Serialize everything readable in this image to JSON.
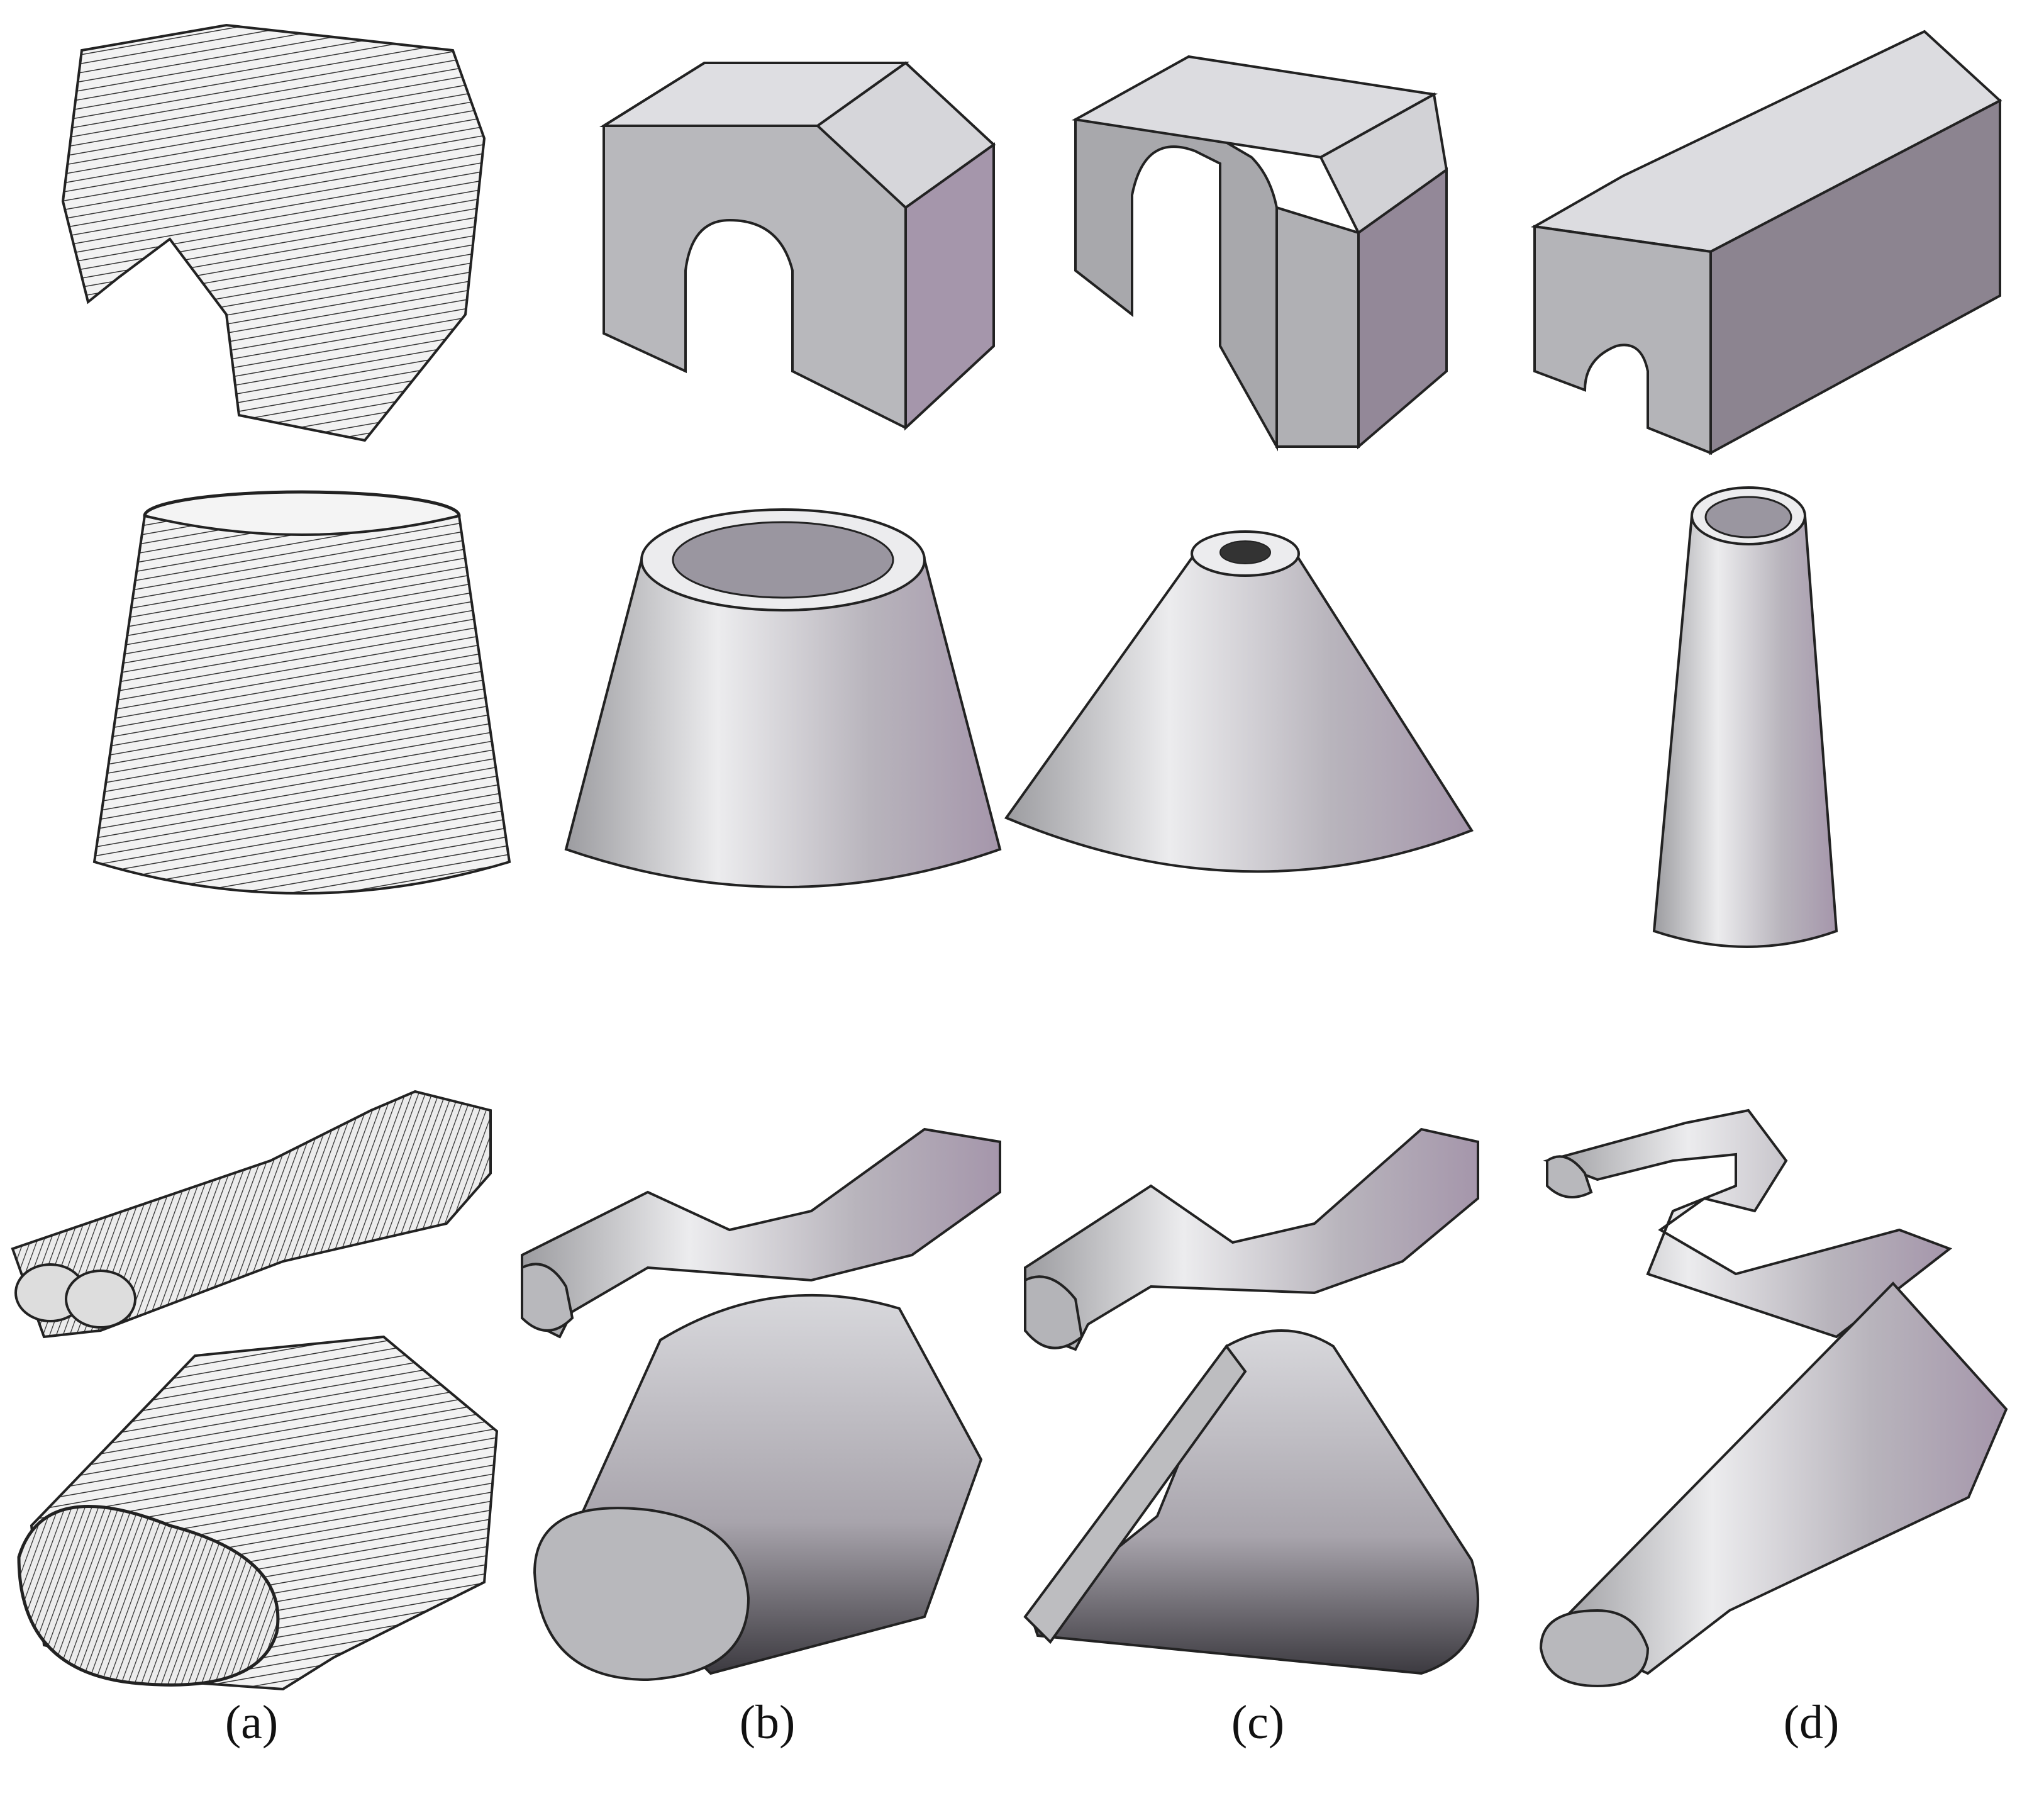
{
  "captions": {
    "a": "(a)",
    "b": "(b)",
    "c": "(c)",
    "d": "(d)"
  },
  "colors": {
    "surface_light": "#e2e2e6",
    "surface_mid": "#b4b4b8",
    "surface_dark": "#8c8890",
    "surface_violet": "#a596ab",
    "edge": "#2a2a2a",
    "wire": "#333333"
  }
}
